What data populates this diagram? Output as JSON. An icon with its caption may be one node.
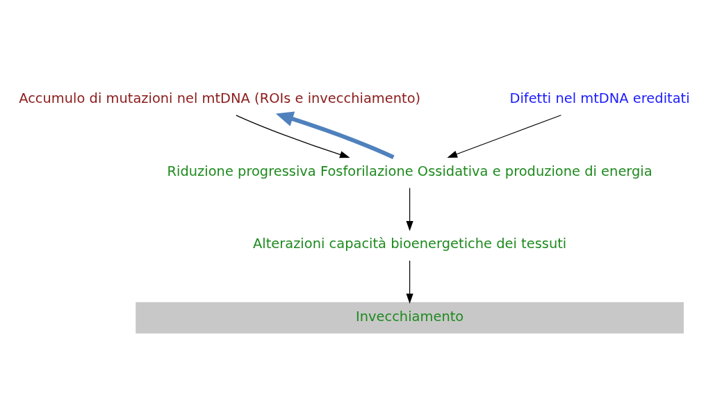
{
  "diagram": {
    "nodes": [
      {
        "text": [
          "Accumulo di mutazioni nel mtDNA (ROIs e invecchiamento)"
        ]
      },
      {
        "text": [
          "Difetti nel mtDNA ereditati"
        ]
      },
      {
        "text": [
          "Riduzione progressiva Fosforilazione Ossidativa e produzione di energia"
        ]
      },
      {
        "text": [
          "Alterazioni capacità bioenergetiche dei tessuti"
        ]
      },
      {
        "text": [
          "Invecchiamento"
        ]
      }
    ],
    "edges": [
      {
        "from": 0,
        "to": 2,
        "arrow": "to"
      },
      {
        "from": 1,
        "to": 2,
        "arrow": "to"
      },
      {
        "from": 2,
        "to": 3,
        "arrow": "to"
      },
      {
        "from": 3,
        "to": 4,
        "arrow": "to"
      },
      {
        "from": 2,
        "to": 0,
        "arrow": "to",
        "style": "thick",
        "color": "#4f81bd"
      }
    ]
  }
}
